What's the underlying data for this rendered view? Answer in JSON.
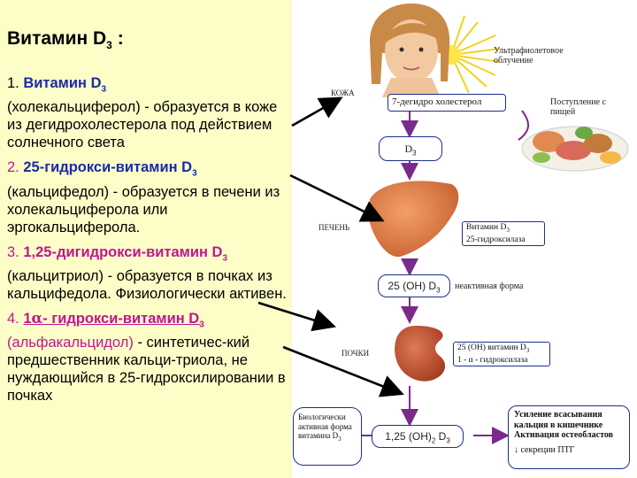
{
  "title": {
    "main": "Витамин D",
    "sub": "3",
    "suffix": " :"
  },
  "items": [
    {
      "num": "1. ",
      "name": "Витамин D",
      "name_sub": "3",
      "desc": "(холекальциферол) - образуется в коже из дегидрохолестерола под действием солнечного света"
    },
    {
      "num": "2. ",
      "name": "25-гидрокси-витамин D",
      "name_sub": "3",
      "desc": "(кальцифедол) - образуется в печени из холекальциферола или эргокальциферола."
    },
    {
      "num": "3. ",
      "name": "1,25-дигидрокси-витамин D",
      "name_sub": "3",
      "desc": "(кальцитриол) - образуется в почках из кальцифедола. Физиологически активен."
    },
    {
      "num": "4. ",
      "name_prefix": "1",
      "alpha": "α",
      "name": "- гидрокси-витамин D",
      "name_sub": "3",
      "desc_colored": "(альфакальцидол)",
      "desc": " - синтетичес-кий предшественник кальци-триола, не нуждающийся в 25-гидроксилировании в почках"
    }
  ],
  "diagram": {
    "uv": "Ультрафиолетовое облучение",
    "skin": "КОЖА",
    "dehydro": "7-дегидро холестерол",
    "food": "Поступление с пищей",
    "d3": "D",
    "d3_sub": "3",
    "liver": "ПЕЧЕНЬ",
    "liver_box_1": "Витамин D",
    "liver_box_1_sub": "3",
    "liver_box_2": "25-гидроксилаза",
    "oh25": "25 (OH) D",
    "oh25_sub": "3",
    "inactive": "неактивная форма",
    "kidney": "ПОЧКИ",
    "kidney_box_1": "25 (OH) витамин D",
    "kidney_box_1_sub": "3",
    "kidney_box_2": "1 - α - гидроксилаза",
    "bio_1": "Биологически активная форма витамина D",
    "bio_sub": "3",
    "oh125": "1,25 (OH)",
    "oh125_sub2": "2",
    "oh125_tail": " D",
    "oh125_sub3": "3",
    "effect_1": "Усиление всасывания кальция в кишечнике Активация остеобластов",
    "effect_2": "↓ секреции ПТГ"
  },
  "colors": {
    "left_bg": "#fdfdc8",
    "blue": "#1a2aa6",
    "magenta": "#c0168f",
    "box_border": "#1d2f8c"
  }
}
